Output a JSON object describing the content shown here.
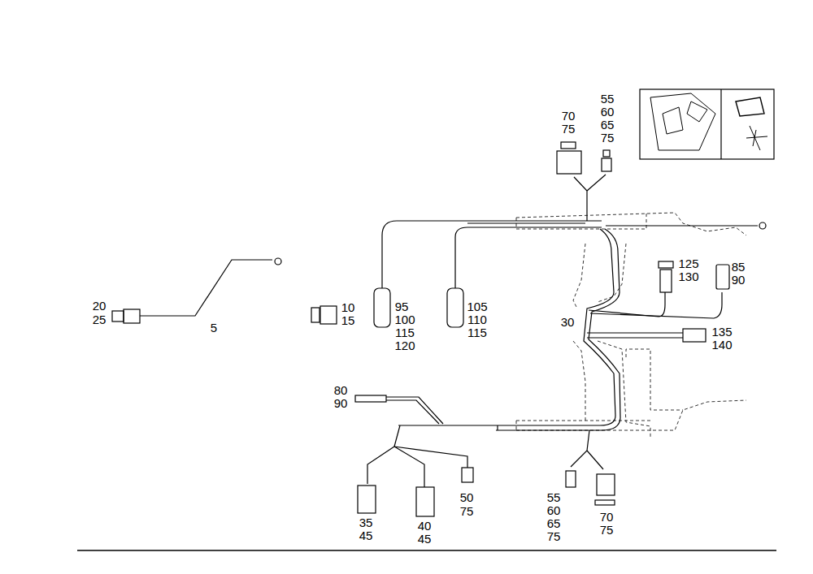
{
  "diagram": {
    "labels": [
      "70",
      "75",
      "55",
      "60",
      "65",
      "75",
      "125",
      "130",
      "85",
      "90",
      "20",
      "25",
      "5",
      "10",
      "15",
      "95",
      "100",
      "115",
      "120",
      "105",
      "110",
      "115",
      "30",
      "135",
      "140",
      "80",
      "90",
      "35",
      "45",
      "40",
      "45",
      "50",
      "75",
      "55",
      "60",
      "65",
      "75",
      "70",
      "75"
    ]
  }
}
